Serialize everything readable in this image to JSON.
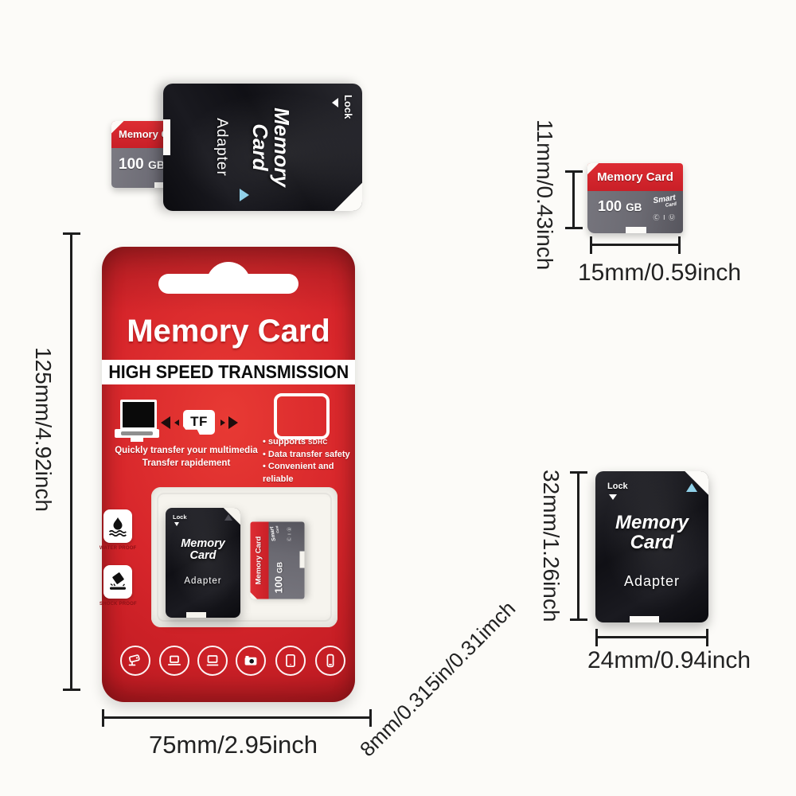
{
  "dims": {
    "card_height": "11mm/0.43inch",
    "card_width": "15mm/0.59inch",
    "package_height": "125mm/4.92inch",
    "package_width": "75mm/2.95inch",
    "package_depth": "8mm/0.315in/0.31imch",
    "adapter_height": "32mm/1.26inch",
    "adapter_width": "24mm/0.94inch"
  },
  "adapter": {
    "lock_label": "Lock",
    "title_line1": "Memory",
    "title_line2": "Card",
    "subtitle": "Adapter"
  },
  "micro_sd": {
    "brand": "Memory Card",
    "capacity_value": "100",
    "capacity_unit": "GB",
    "logo_line1": "Smart",
    "logo_line2": "Card",
    "speed_icons": "Ⓒ Ⅰ Ⓤ"
  },
  "package": {
    "title": "Memory Card",
    "banner": "HIGH SPEED TRANSMISSION",
    "tf_label": "TF",
    "caption_line1": "Quickly transfer your multimedia",
    "caption_line2": "Transfer rapidement",
    "bullet1_main": "supports",
    "bullet1_tag": "SDHC",
    "bullet2": "Data transfer safety",
    "bullet3": "Convenient and reliable",
    "badge_water": "WATER PROOF",
    "badge_shock": "SHOCK PROOF"
  },
  "colors": {
    "package_red": "#d5262c",
    "card_red": "#d4262e",
    "card_gray": "#6b6a72",
    "adapter_black": "#15151a",
    "accent_blue": "#8ecfe8"
  }
}
